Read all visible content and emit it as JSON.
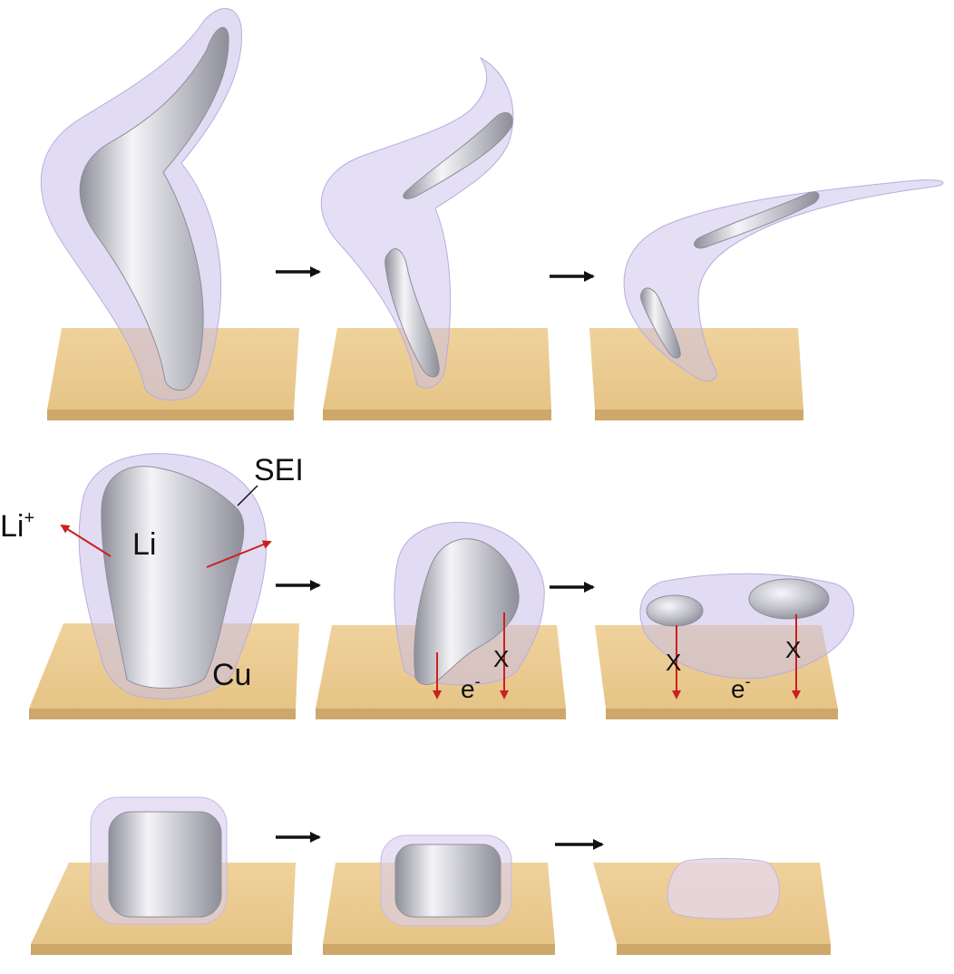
{
  "labels": {
    "sei": "SEI",
    "li_ion": "Li",
    "li_ion_sup": "+",
    "li": "Li",
    "cu": "Cu",
    "electron_1": "e",
    "electron_1_sup": "-",
    "electron_2": "e",
    "electron_2_sup": "-",
    "block_1": "X",
    "block_2": "X",
    "block_3": "X"
  },
  "colors": {
    "substrate_top": "#EDCD92",
    "substrate_side": "#CDA86A",
    "metal_light": "#F4F4F8",
    "metal_mid": "#BDBDC6",
    "metal_dark": "#8E8E99",
    "sei_fill": "#C9C0EA",
    "arrow_red": "#CC2020",
    "arrow_black": "#111111"
  }
}
